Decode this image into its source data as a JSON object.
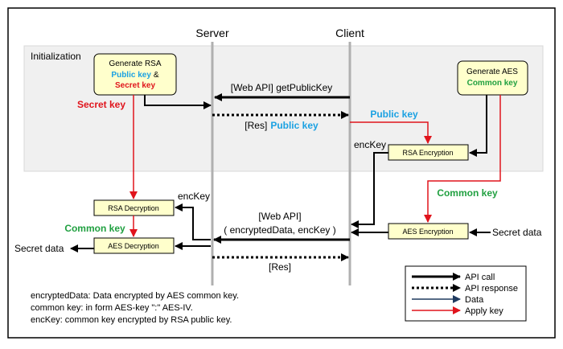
{
  "lifelines": {
    "server": "Server",
    "client": "Client"
  },
  "init_region": {
    "label": "Initialization"
  },
  "boxes": {
    "gen_rsa": {
      "line1": "Generate RSA",
      "line2": "Public key",
      "amp": "&",
      "line3": "Secret key"
    },
    "gen_aes": {
      "line1": "Generate AES",
      "line2": "Common key"
    },
    "rsa_encryption": "RSA Encryption",
    "rsa_decryption": "RSA Decryption",
    "aes_decryption": "AES Decryption",
    "aes_encryption": "AES Encryption"
  },
  "messages": {
    "get_public_key": "[Web API] getPublicKey",
    "res_prefix": "[Res]",
    "res_public_key": "Public key",
    "web_api": "[Web API]",
    "web_api_params": "( encryptedData, encKey )",
    "res_final": "[Res]"
  },
  "labels": {
    "secret_key": "Secret key",
    "public_key": "Public key",
    "enc_key_upper": "encKey",
    "enc_key_lower": "encKey",
    "common_key_right": "Common key",
    "common_key_left": "Common key",
    "secret_data_right": "Secret data",
    "secret_data_left": "Secret data"
  },
  "notes": [
    "encryptedData: Data encrypted by AES common key.",
    "common key: in form AES-key \":\" AES-IV.",
    "encKey: common key encrypted by RSA public key."
  ],
  "legend": {
    "api_call": "API call",
    "api_response": "API response",
    "data": "Data",
    "apply_key": "Apply key"
  },
  "colors": {
    "secret": "#e0141c",
    "public": "#1ba1e2",
    "common": "#20a040",
    "box_fill": "#ffffcc",
    "data_line": "#1f3a5f",
    "key_line": "#e0141c",
    "init_bg": "#f0f0f0",
    "lifeline": "#b0b0b0"
  }
}
